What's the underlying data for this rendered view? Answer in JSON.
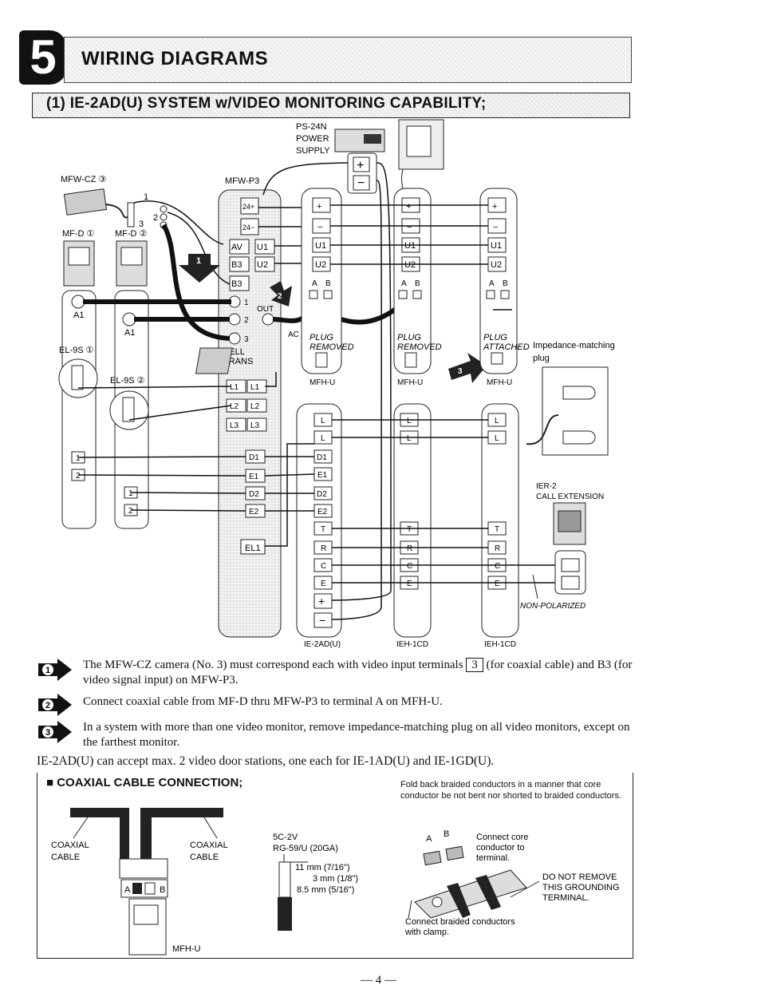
{
  "header": {
    "section_number": "5",
    "title": "WIRING DIAGRAMS",
    "subtitle": "(1) IE-2AD(U) SYSTEM w/VIDEO MONITORING CAPABILITY;"
  },
  "diagram": {
    "power": {
      "model": "PS-24N",
      "l1": "POWER",
      "l2": "SUPPLY",
      "plus": "+",
      "minus": "−"
    },
    "camera": "MFW-CZ ③",
    "door_stations": [
      "MF-D ①",
      "MF-D ②"
    ],
    "station_label": "A1",
    "el9s": [
      "EL-9S ①",
      "EL-9S ②"
    ],
    "el9s_terms": [
      "1",
      "2"
    ],
    "mfw_p3": {
      "label": "MFW-P3",
      "terms_power": [
        "24+",
        "24−"
      ],
      "terms_video": [
        "AV",
        "U1",
        "B3",
        "U2",
        "B3"
      ],
      "coax_nums": [
        "1",
        "2",
        "3"
      ],
      "out_label": "OUT",
      "terms_l": [
        "L1",
        "L1",
        "L2",
        "L2",
        "L3",
        "L3"
      ],
      "terms_d": [
        "D1",
        "E1",
        "D2",
        "E2",
        "EL1"
      ],
      "bell": "BELL",
      "trans": "TRANS",
      "ac": "AC"
    },
    "mfh_units": [
      {
        "label": "MFH-U",
        "plug1": "PLUG",
        "plug2": "REMOVED"
      },
      {
        "label": "MFH-U",
        "plug1": "PLUG",
        "plug2": "REMOVED"
      },
      {
        "label": "MFH-U",
        "plug1": "PLUG",
        "plug2": "ATTACHED"
      }
    ],
    "mfh_terms": [
      "+",
      "−",
      "U1",
      "U2"
    ],
    "ab": [
      "A",
      "B"
    ],
    "impedance": {
      "l1": "Impedance-matching",
      "l2": "plug"
    },
    "ie2ad_terms": [
      "L",
      "L",
      "D1",
      "E1",
      "D2",
      "E2",
      "T",
      "R",
      "C",
      "E",
      "+",
      "−"
    ],
    "ieh_terms": [
      "L",
      "L",
      "T",
      "R",
      "C",
      "E"
    ],
    "ieh3_terms": [
      "L",
      "L",
      "T",
      "R",
      "C",
      "E"
    ],
    "units_bottom": [
      "IE-2AD(U)",
      "IEH-1CD",
      "IEH-1CD"
    ],
    "ier2": {
      "l1": "IER-2",
      "l2": "CALL EXTENSION"
    },
    "non_polarized": "NON-POLARIZED",
    "arrow_nums": [
      "1",
      "2",
      "3"
    ],
    "cable_nums": [
      "1",
      "2",
      "3"
    ]
  },
  "notes": [
    {
      "num": "1",
      "text_a": "The MFW-CZ camera (No. 3) must correspond each with video input terminals ",
      "box": "3",
      "text_b": " (for coaxial cable) and B3 (for video signal input) on MFW-P3."
    },
    {
      "num": "2",
      "text": "Connect coaxial cable from MF-D thru MFW-P3 to terminal A on MFH-U."
    },
    {
      "num": "3",
      "text": "In a system with more than one video monitor, remove impedance-matching plug on all video monitors, except on the farthest monitor."
    }
  ],
  "capacity_note": "IE-2AD(U) can accept max. 2 video door stations, one each for IE-1AD(U) and IE-1GD(U).",
  "coax": {
    "title": "■ COAXIAL CABLE CONNECTION;",
    "desc": "Fold back braided conductors in a manner that core conductor be not bent nor shorted to braided conductors.",
    "cable_left": {
      "l1": "COAXIAL",
      "l2": "CABLE"
    },
    "cable_right": {
      "l1": "COAXIAL",
      "l2": "CABLE"
    },
    "ab_a": "A",
    "ab_b": "B",
    "unit": "MFH-U",
    "spec": {
      "l1": "5C-2V",
      "l2": "RG-59/U (20GA)"
    },
    "dims": [
      "11 mm (7/16\")",
      "3 mm (1/8\")",
      "8.5 mm (5/16\")"
    ],
    "core": {
      "l1": "Connect core",
      "l2": "conductor to",
      "l3": "terminal."
    },
    "ground": {
      "l1": "DO NOT REMOVE",
      "l2": "THIS GROUNDING",
      "l3": "TERMINAL."
    },
    "clamp": {
      "l1": "Connect braided conductors",
      "l2": "with clamp."
    }
  },
  "page_number": "— 4 —"
}
